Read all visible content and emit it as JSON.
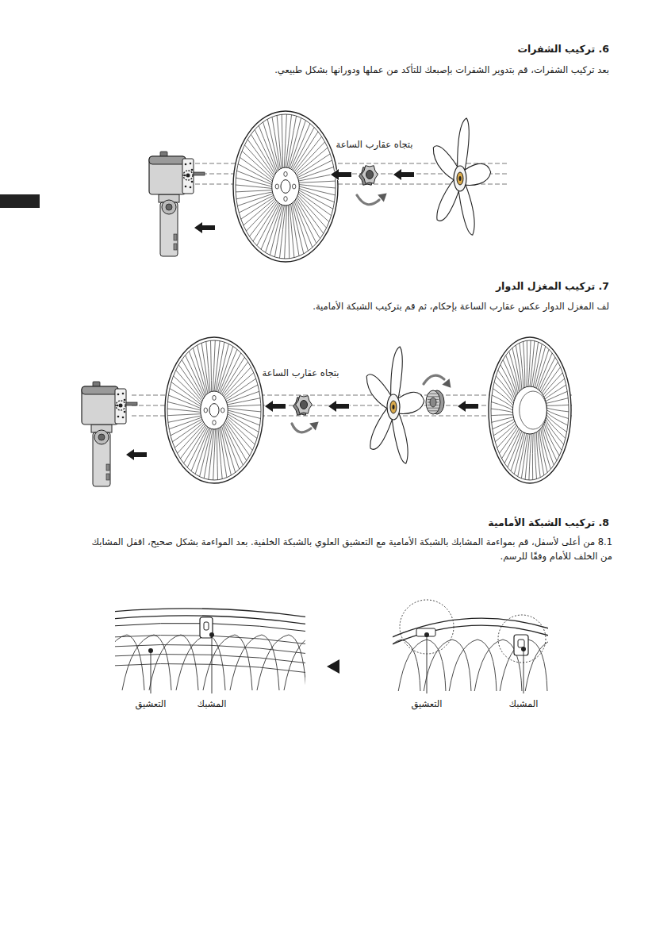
{
  "diagram": {
    "labels": [
      "6. تركيب الشفرات",
      "بعد تركيب الشفرات، قم بتدوير الشفرات بإصبعك للتأكد من عملها ودورانها بشكل طبيعي.",
      "بتجاه عقارب الساعة",
      "7. تركيب المغزل الدوار",
      "لف المغزل الدوار عكس عقارب الساعة بإحكام، ثم قم بتركيب الشبكة الأمامية.",
      "بتجاه عقارب الساعة",
      "8. تركيب الشبكة الأمامية",
      "8.1 من أعلى لأسفل، قم بمواءمة المشابك بالشبكة الأمامية مع التعشيق العلوي بالشبكة الخلفية. بعد المواءمة بشكل صحيح، اقفل المشابك من الخلف للأمام وفقًا للرسم.",
      "التعشيق",
      "المشبك",
      "التعشيق",
      "المشبك"
    ]
  }
}
